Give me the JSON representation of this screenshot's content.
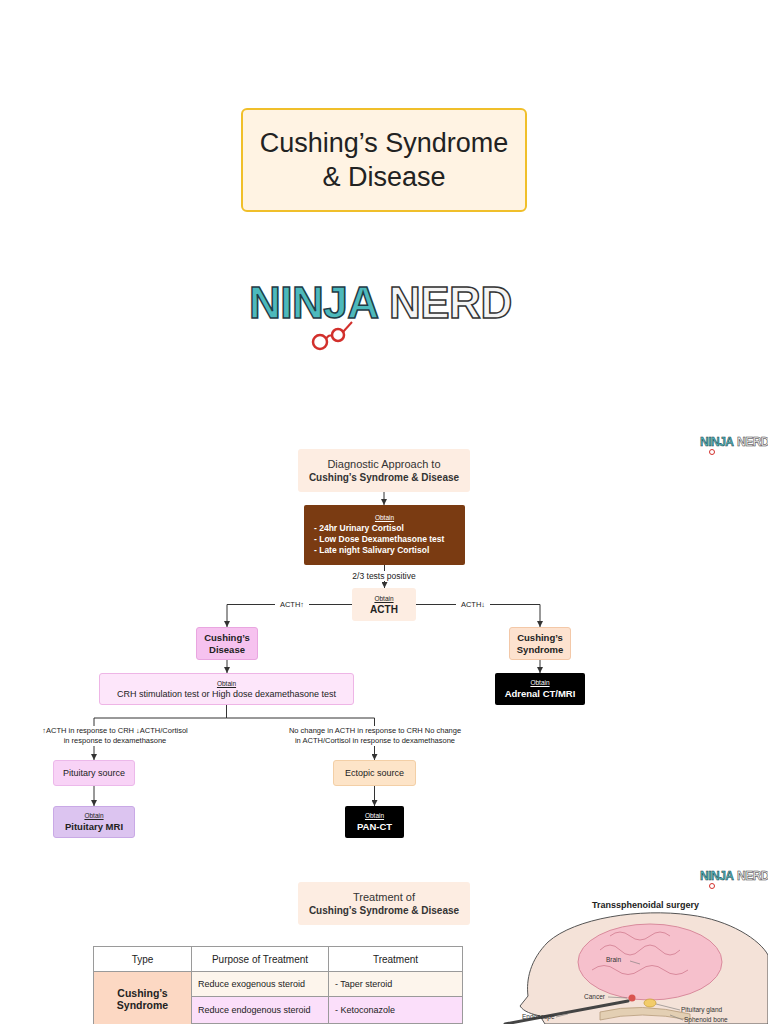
{
  "diagram": {
    "nodes": [
      {
        "text": [
          "Cushing’s Syndrome & Disease"
        ]
      },
      {
        "text": [
          "Diagnostic Approach to",
          "Cushing’s Syndrome & Disease"
        ]
      },
      {
        "text": [
          "Obtain",
          "- 24hr Urinary Cortisol",
          "- Low Dose Dexamethasone test",
          "- Late night Salivary Cortisol"
        ]
      },
      {
        "text": [
          "Obtain",
          "ACTH"
        ]
      },
      {
        "text": [
          "Cushing’s Disease"
        ]
      },
      {
        "text": [
          "Cushing’s Syndrome"
        ]
      },
      {
        "text": [
          "Obtain",
          "CRH stimulation test or High dose dexamethasone test"
        ]
      },
      {
        "text": [
          "Obtain",
          "Adrenal CT/MRI"
        ]
      },
      {
        "text": [
          "Pituitary source"
        ]
      },
      {
        "text": [
          "Ectopic source"
        ]
      },
      {
        "text": [
          "Obtain",
          "Pituitary MRI"
        ]
      },
      {
        "text": [
          "Obtain",
          "PAN-CT"
        ]
      },
      {
        "text": [
          "Treatment of",
          "Cushing’s Syndrome & Disease"
        ]
      }
    ],
    "edges": [
      {
        "from": 1,
        "to": 2,
        "arrow": "to"
      },
      {
        "from": 2,
        "to": 3,
        "label": "2/3 tests positive",
        "arrow": "to"
      },
      {
        "from": 3,
        "to": 4,
        "label": "ACTH↑",
        "arrow": "to"
      },
      {
        "from": 3,
        "to": 5,
        "label": "ACTH↓",
        "arrow": "to"
      },
      {
        "from": 4,
        "to": 6,
        "arrow": "to"
      },
      {
        "from": 5,
        "to": 7,
        "arrow": "to"
      },
      {
        "from": 6,
        "to": 8,
        "label": "↑ACTH in response to CRH ↓ACTH/Cortisol in response to dexamethasone",
        "arrow": "to"
      },
      {
        "from": 6,
        "to": 9,
        "label": "No change in ACTH in response to CRH No change in ACTH/Cortisol in response to dexamethasone",
        "arrow": "to"
      },
      {
        "from": 8,
        "to": 10,
        "arrow": "to"
      },
      {
        "from": 9,
        "to": 11,
        "arrow": "to"
      }
    ],
    "labels": [
      "NINJA",
      "NERD",
      "NINJA",
      "NERD",
      "NINJA",
      "NERD",
      "Type",
      "Purpose of Treatment",
      "Treatment",
      "Cushing’s Syndrome",
      "Reduce exogenous steroid",
      "- Taper steroid",
      "Reduce endogenous steroid",
      "- Ketoconazole",
      "Transsphenoidal surgery",
      "Brain",
      "Cancer",
      "Pituitary gland",
      "Sphenoid bone",
      "Endoscope"
    ]
  }
}
